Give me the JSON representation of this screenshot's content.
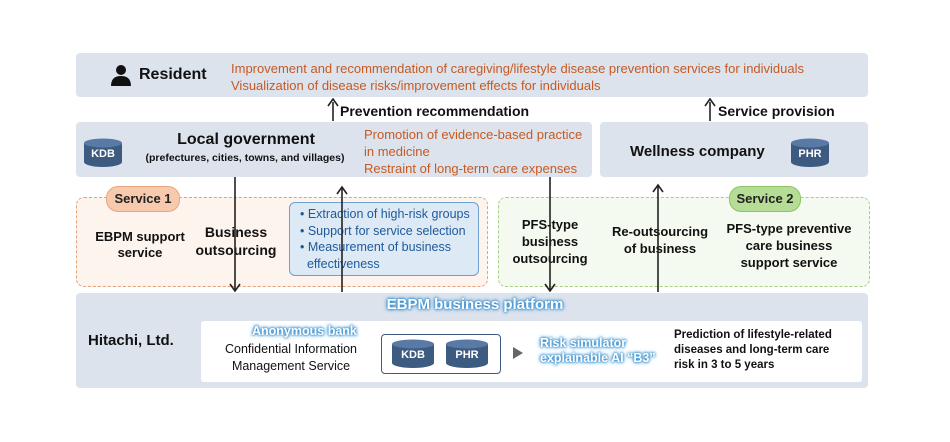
{
  "resident": {
    "title": "Resident",
    "line1": "Improvement and recommendation of caregiving/lifestyle disease prevention services for individuals",
    "line2": "Visualization of disease risks/improvement effects for individuals"
  },
  "arrows": {
    "prevention": "Prevention recommendation",
    "service_provision": "Service provision"
  },
  "local_gov": {
    "db": "KDB",
    "title": "Local government",
    "subtitle": "(prefectures, cities, towns, and villages)",
    "note1": "Promotion of evidence-based practice",
    "note2": "in medicine",
    "note3": "Restraint of long-term care expenses"
  },
  "wellness": {
    "title": "Wellness company",
    "db": "PHR"
  },
  "service1": {
    "badge": "Service 1",
    "name_l1": "EBPM support",
    "name_l2": "service",
    "outsourcing_l1": "Business",
    "outsourcing_l2": "outsourcing",
    "items": [
      "• Extraction of high-risk groups",
      "• Support for service selection",
      "• Measurement of business",
      "  effectiveness"
    ]
  },
  "service2": {
    "badge": "Service 2",
    "pfs_l1": "PFS-type",
    "pfs_l2": "business",
    "pfs_l3": "outsourcing",
    "reout_l1": "Re-outsourcing",
    "reout_l2": "of business",
    "support_l1": "PFS-type preventive",
    "support_l2": "care business",
    "support_l3": "support service"
  },
  "platform": {
    "title": "EBPM business platform",
    "company": "Hitachi, Ltd.",
    "anon_bank": "Anonymous bank",
    "conf_l1": "Confidential Information",
    "conf_l2": "Management Service",
    "db1": "KDB",
    "db2": "PHR",
    "risk_l1": "Risk simulator",
    "risk_l2": "explainable AI “B3”",
    "pred_l1": "Prediction of lifestyle-related",
    "pred_l2": "diseases and long-term care",
    "pred_l3": "risk in 3 to 5 years"
  },
  "colors": {
    "panel": "#dde3ed",
    "orange_text": "#c55a22",
    "service1_badge": "#f7c9ad",
    "service2_badge": "#b5dd95",
    "blue_text": "#1e5a9a",
    "db_cylinder": "#3d5a80"
  }
}
